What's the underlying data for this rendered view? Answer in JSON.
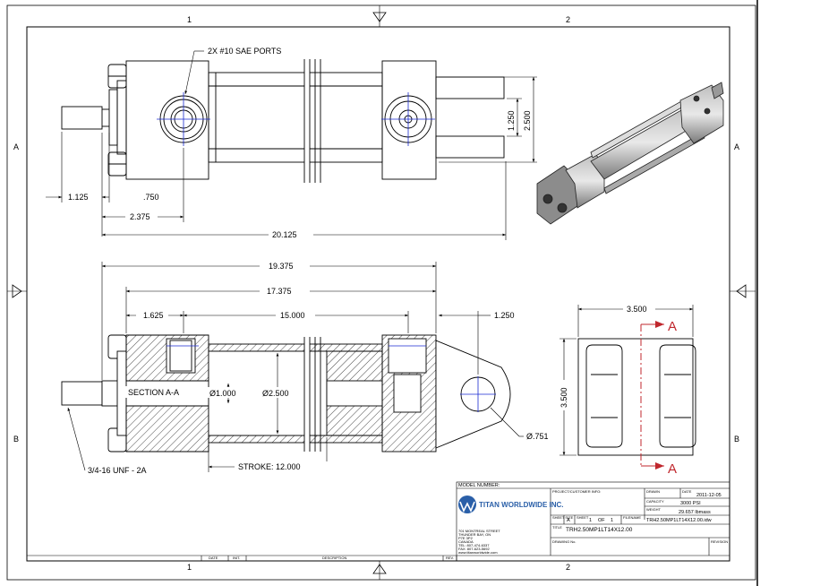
{
  "zones": {
    "top_1": "1",
    "top_2": "2",
    "bottom_1": "1",
    "bottom_2": "2",
    "left_a": "A",
    "left_b": "B",
    "right_a": "A",
    "right_b": "B"
  },
  "top_view": {
    "ports_label": "2X #10 SAE PORTS",
    "dim_1125": "1.125",
    "dim_750": ".750",
    "dim_2375": "2.375",
    "dim_20125": "20.125",
    "dim_1250": "1.250",
    "dim_2500": "2.500"
  },
  "section_view": {
    "dim_19375": "19.375",
    "dim_17375": "17.375",
    "dim_1625": "1.625",
    "dim_15000": "15.000",
    "dim_1250": "1.250",
    "section_label": "SECTION A-A",
    "dia_rod": "Ø1.000",
    "dia_bore": "Ø2.500",
    "dia_pin": "Ø.751",
    "thread": "3/4-16 UNF - 2A",
    "stroke": "STROKE: 12.000"
  },
  "end_view": {
    "width": "3.500",
    "height": "3.500",
    "section_marker_top": "A",
    "section_marker_bottom": "A"
  },
  "title_block": {
    "model_number_label": "MODEL NUMBER:",
    "company_name": "TITAN WORLDWIDE INC.",
    "address_lines": [
      "701 MONTREAL STREET",
      "THUNDER BAY, ON",
      "P7E 3P2",
      "CANADA",
      "TEL: 807-474-6337",
      "FAX: 807-623-5692",
      "www.titanworldwide.com"
    ],
    "project_label": "PROJECT/CUSTOMER INFO:",
    "drawn_label": "DRAWN",
    "date_label": "DATE",
    "date_value": "2011-12-05",
    "capacity_label": "CAPACITY",
    "capacity_value": "3000 PSI",
    "weight_label": "WEIGHT",
    "weight_value": "29.657 lbmass",
    "sheet_size_label": "SHEET SIZE",
    "sheet_size_value": "A",
    "sheet_label": "SHEET",
    "sheet_value": "1",
    "of_label": "OF",
    "of_value": "1",
    "filename_label": "FILENAME",
    "filename_value": "TRH2.50MP1LT14X12.00.idw",
    "title_label": "TITLE",
    "title_value": "TRH2.50MP1LT14X12.00",
    "drawing_no_label": "DRAWING No.",
    "revision_label": "REVISION",
    "rev_date": "DATE",
    "rev_initials": "INIT.",
    "rev_description": "DESCRIPTION",
    "rev_rev": "REV."
  }
}
